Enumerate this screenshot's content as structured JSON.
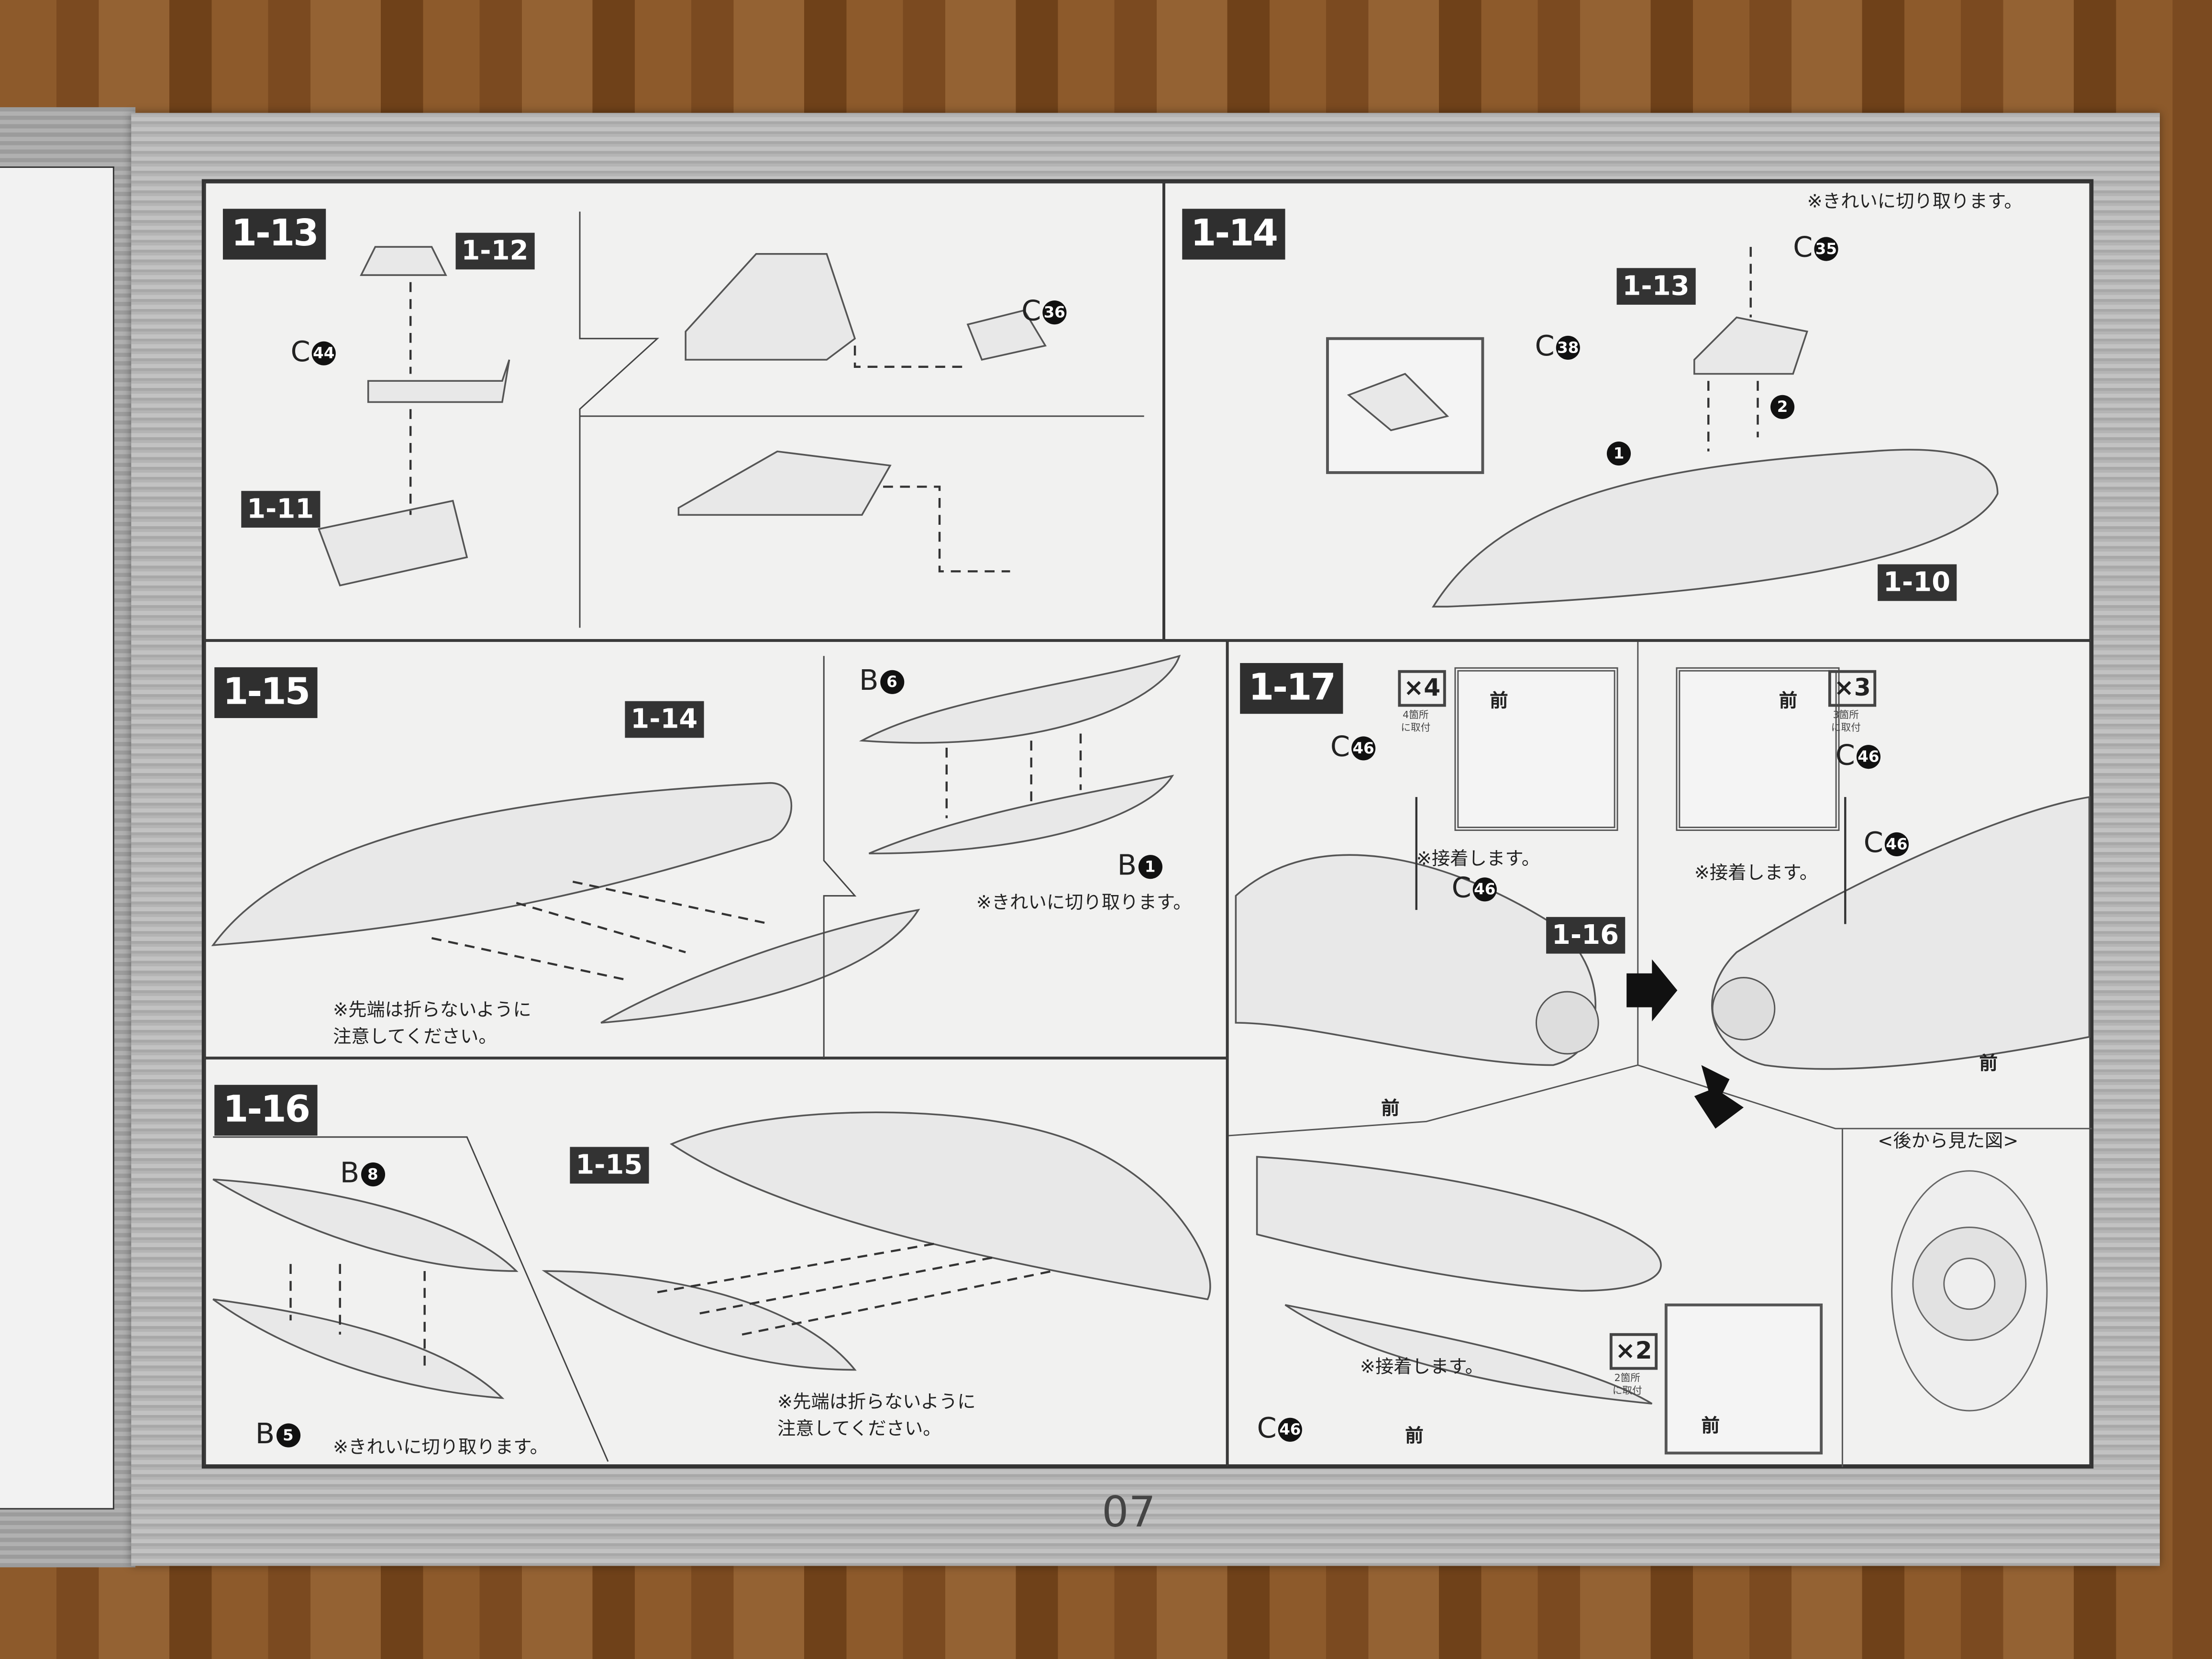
{
  "page_number": "07",
  "steps": {
    "s13": {
      "label": "1-13",
      "refs": [
        "1-12",
        "1-11"
      ],
      "parts": [
        {
          "letter": "C",
          "num": "44"
        },
        {
          "letter": "C",
          "num": "36"
        }
      ]
    },
    "s14": {
      "label": "1-14",
      "refs": [
        "1-13",
        "1-10"
      ],
      "parts": [
        {
          "letter": "C",
          "num": "35"
        },
        {
          "letter": "C",
          "num": "38"
        }
      ],
      "note": "※きれいに切り取ります。",
      "order_markers": [
        "1",
        "2"
      ]
    },
    "s15": {
      "label": "1-15",
      "refs": [
        "1-14"
      ],
      "parts": [
        {
          "letter": "B",
          "num": "6"
        },
        {
          "letter": "B",
          "num": "1"
        }
      ],
      "note_cut": "※きれいに切り取ります。",
      "note_tip": "※先端は折らないように\n注意してください。"
    },
    "s16": {
      "label": "1-16",
      "refs": [
        "1-15"
      ],
      "parts": [
        {
          "letter": "B",
          "num": "8"
        },
        {
          "letter": "B",
          "num": "5"
        }
      ],
      "note_cut": "※きれいに切り取ります。",
      "note_tip": "※先端は折らないように\n注意してください。"
    },
    "s17": {
      "label": "1-17",
      "ref": "1-16",
      "part": {
        "letter": "C",
        "num": "46"
      },
      "mult_a": "×4",
      "mult_a_note": "4箇所\nに取付",
      "mult_b": "×3",
      "mult_b_note": "3箇所\nに取付",
      "mult_c": "×2",
      "mult_c_note": "2箇所\nに取付",
      "glue_note": "※接着します。",
      "front": "前",
      "rear_view": "<後から見た図>"
    }
  }
}
